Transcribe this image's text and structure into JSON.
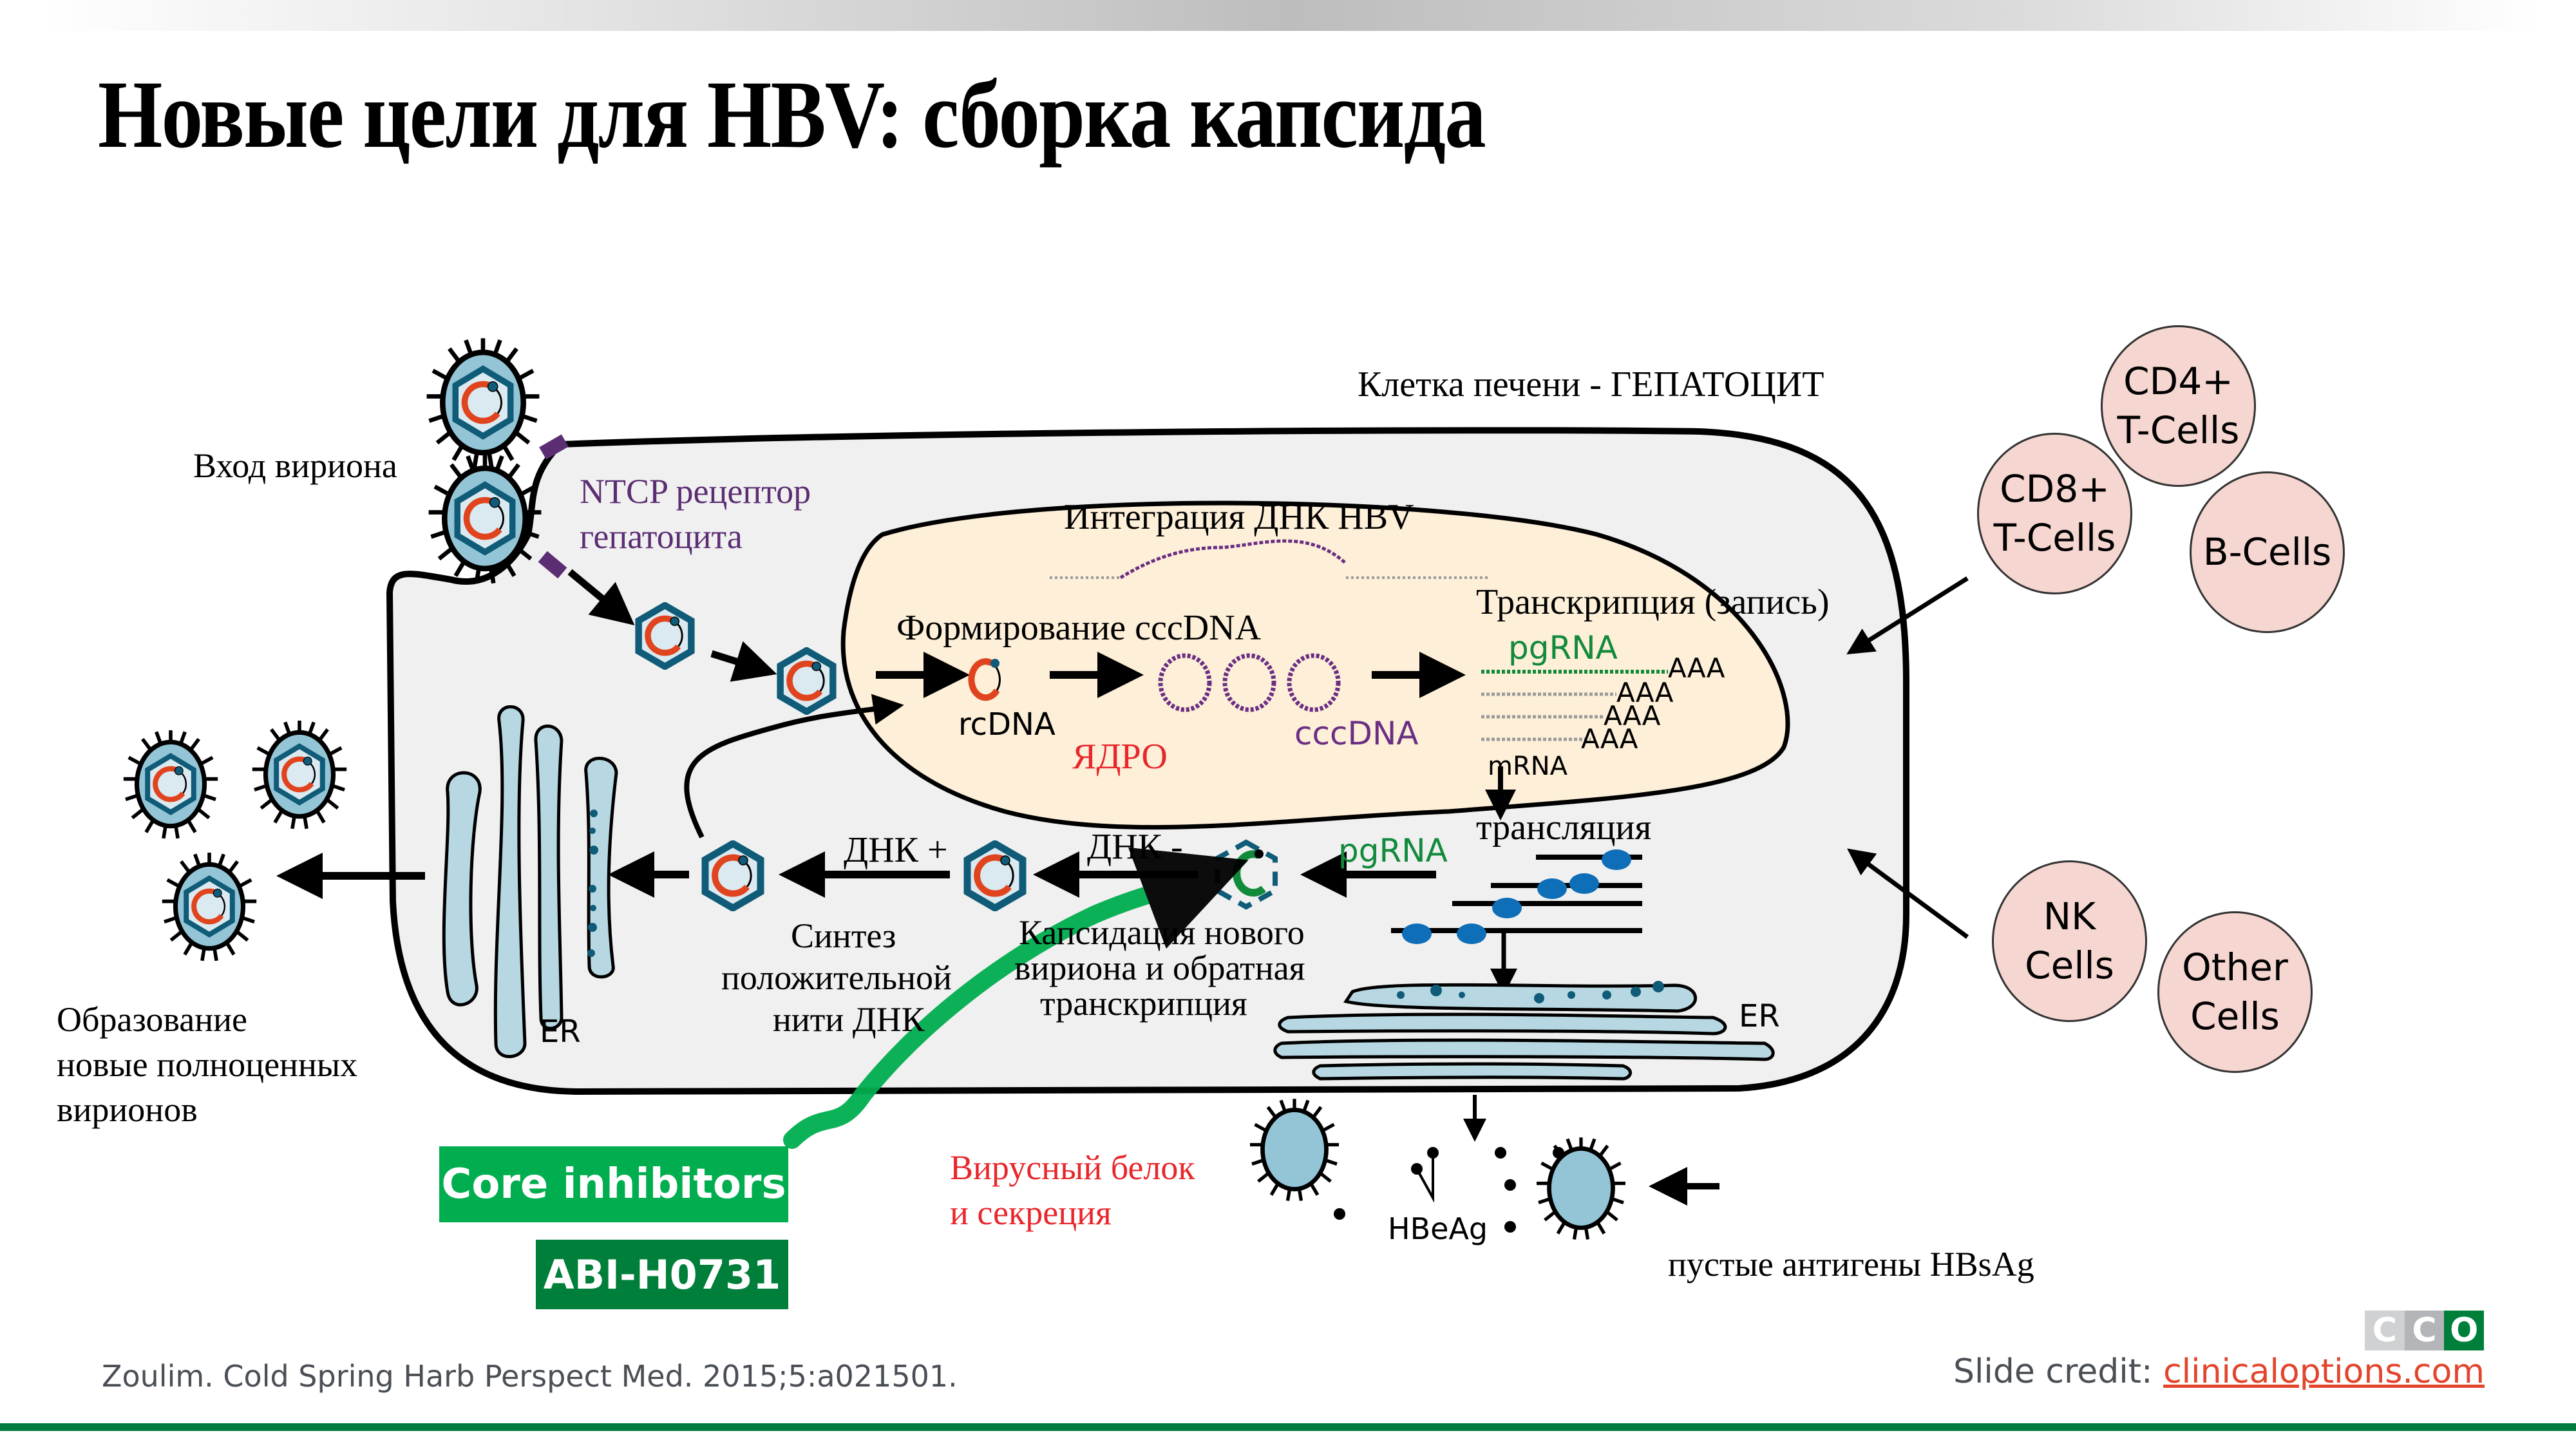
{
  "slide": {
    "title": "Новые цели для HBV: сборка капсида"
  },
  "diagram": {
    "cell_label": "Клетка печени - ГЕПАТОЦИТ",
    "virion_entry": "Вход вириона",
    "receptor_line1": "NTCP рецептор",
    "receptor_line2": "гепатоцита",
    "nucleus": {
      "integration": "Интеграция ДНК HBV",
      "cccdna_formation": "Формирование cccDNA",
      "rcdna": "rcDNA",
      "cccdna": "cccDNA",
      "nucleus_label": "ЯДРО",
      "transcription": "Транскрипция (запись)",
      "pgrna": "pgRNA",
      "polyA": [
        "AAA",
        "AAA",
        "AAA",
        "AAA"
      ],
      "mrna": "mRNA"
    },
    "translation": "трансляция",
    "pgrna_cyto": "pgRNA",
    "dna_minus": "ДНК -",
    "dna_plus": "ДНК +",
    "encapsidation": [
      "Капсидация нового",
      "вириона и обратная",
      "транскрипция"
    ],
    "plus_strand": [
      "Синтез",
      "положительной",
      "нити ДНК"
    ],
    "er_left": "ER",
    "er_right": "ER",
    "new_virions": [
      "Образование",
      "новые полноценных",
      "вирионов"
    ],
    "secretion": [
      "Вирусный белок",
      "и секреция"
    ],
    "hbeag": "HBeAg",
    "hbsag": "пустые антигены HBsAg"
  },
  "immune_cells": [
    {
      "line1": "CD4+",
      "line2": "T-Cells"
    },
    {
      "line1": "CD8+",
      "line2": "T-Cells"
    },
    {
      "line1": "B-Cells",
      "line2": ""
    },
    {
      "line1": "NK",
      "line2": "Cells"
    },
    {
      "line1": "Other",
      "line2": "Cells"
    }
  ],
  "inhibitors": {
    "class_label": "Core inhibitors",
    "drug_label": "ABI-H0731"
  },
  "footer": {
    "citation": "Zoulim. Cold Spring Harb Perspect Med. 2015;5:a021501.",
    "credit_prefix": "Slide credit: ",
    "credit_link": "clinicaloptions.com",
    "logo_letters": [
      "C",
      "C",
      "O"
    ]
  },
  "colors": {
    "capsid": "#0f5b78",
    "envelope": "#93c5d6",
    "rcdna": "#e0441e",
    "nucleus": "#fdefd8",
    "cytoplasm": "#f0f0f0",
    "cccdna": "#6a2e82",
    "pgrna": "#128a3c",
    "red_label": "#e8262b",
    "immune_cell": "#f6d6d0",
    "inhibitor_light": "#00ae4f",
    "inhibitor_dark": "#007f3b",
    "ribosome": "#0f6eb8"
  }
}
